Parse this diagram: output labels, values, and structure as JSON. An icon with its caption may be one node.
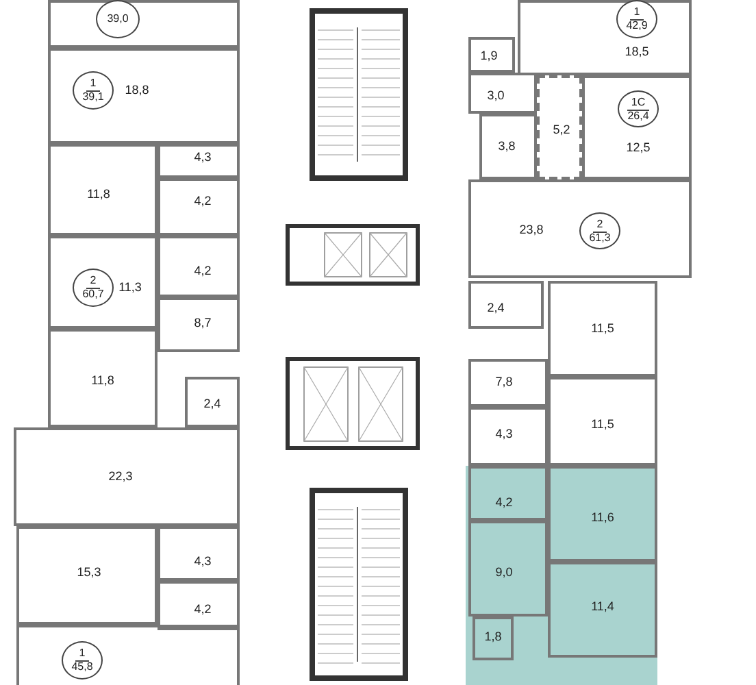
{
  "diagram": {
    "nodes": [
      {
        "text": [],
        "shape": "box"
      },
      {
        "text": [
          "39,0"
        ],
        "in": 0
      },
      {
        "text": [
          "18,8"
        ]
      },
      {
        "text": [
          "1",
          "39,1"
        ],
        "in": 2
      },
      {
        "text": [
          "4,3"
        ]
      },
      {
        "text": [
          "11,8"
        ]
      },
      {
        "text": [
          "4,2"
        ]
      },
      {
        "text": [
          "4,2"
        ]
      },
      {
        "text": [
          "11,3"
        ]
      },
      {
        "text": [
          "2",
          "60,7"
        ],
        "in": 8
      },
      {
        "text": [
          "8,7"
        ]
      },
      {
        "text": [
          "11,8"
        ]
      },
      {
        "text": [
          "2,4"
        ]
      },
      {
        "text": [
          "22,3"
        ]
      },
      {
        "text": [
          "15,3"
        ]
      },
      {
        "text": [
          "4,3"
        ]
      },
      {
        "text": [
          "4,2"
        ]
      },
      {
        "text": [],
        "shape": "box"
      },
      {
        "text": [
          "1",
          "45,8"
        ],
        "in": 17
      },
      {
        "text": [
          "18,5"
        ]
      },
      {
        "text": [
          "1",
          "42,9"
        ],
        "in": 19
      },
      {
        "text": [
          "1,9"
        ]
      },
      {
        "text": [
          "3,0"
        ]
      },
      {
        "text": [
          "3,8"
        ]
      },
      {
        "text": [
          "5,2"
        ]
      },
      {
        "text": [
          "12,5"
        ]
      },
      {
        "text": [
          "1С",
          "26,4"
        ],
        "in": 25
      },
      {
        "text": [
          "23,8"
        ]
      },
      {
        "text": [
          "2",
          "61,3"
        ],
        "in": 27
      },
      {
        "text": [
          "2,4"
        ]
      },
      {
        "text": [
          "11,5"
        ]
      },
      {
        "text": [
          "7,8"
        ]
      },
      {
        "text": [
          "11,5"
        ]
      },
      {
        "text": [
          "4,3"
        ]
      },
      {
        "text": [
          "4,2"
        ]
      },
      {
        "text": [
          "11,6"
        ]
      },
      {
        "text": [
          "9,0"
        ]
      },
      {
        "text": [
          "11,4"
        ]
      },
      {
        "text": [
          "1,8"
        ]
      }
    ],
    "edges": []
  }
}
